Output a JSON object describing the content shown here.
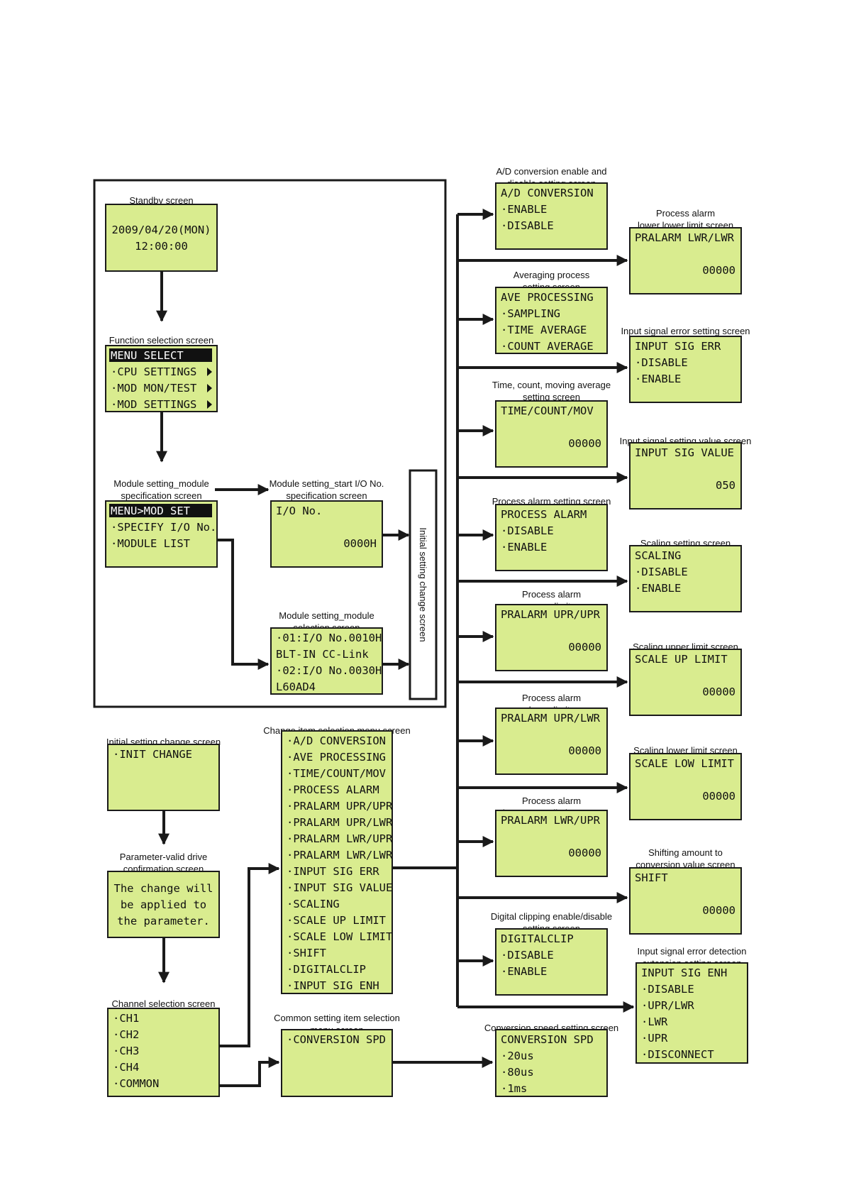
{
  "colors": {
    "lcd_bg": "#d9ec8f",
    "lcd_border": "#1a1a1a",
    "line": "#1a1a1a",
    "inverted_bg": "#111111"
  },
  "initial_setting_change_label": "Initial setting change screen",
  "screens": {
    "standby": {
      "caption": [
        "Standby screen"
      ],
      "lines": [
        "2009/04/20(MON)",
        "12:00:00"
      ]
    },
    "function_select": {
      "caption": [
        "Function selection screen"
      ],
      "lines": [
        "MENU SELECT",
        "·CPU SETTINGS",
        "·MOD MON/TEST",
        "·MOD SETTINGS"
      ]
    },
    "module_spec": {
      "caption": [
        "Module setting_module",
        "specification screen"
      ],
      "lines": [
        "MENU>MOD SET",
        "·SPECIFY I/O No.",
        "·MODULE LIST"
      ]
    },
    "start_io": {
      "caption": [
        "Module setting_start I/O No.",
        "specification screen"
      ],
      "lines": [
        "I/O No.",
        "0000H"
      ]
    },
    "module_select": {
      "caption": [
        "Module setting_module",
        "selection screen"
      ],
      "lines": [
        "·01:I/O No.0010H",
        "BLT-IN CC-Link",
        "·02:I/O No.0030H",
        "L60AD4"
      ]
    },
    "init_change": {
      "caption": [
        "Initial setting change screen"
      ],
      "lines": [
        "·INIT CHANGE"
      ]
    },
    "param_confirm": {
      "caption": [
        "Parameter-valid drive",
        "confirmation screen"
      ],
      "lines": [
        "The change will",
        "be applied to",
        "the parameter."
      ]
    },
    "channel_select": {
      "caption": [
        "Channel selection screen"
      ],
      "lines": [
        "·CH1",
        "·CH2",
        "·CH3",
        "·CH4",
        "·COMMON"
      ]
    },
    "change_item_menu": {
      "caption": [
        "Change item selection menu screen"
      ],
      "lines": [
        "·A/D CONVERSION",
        "·AVE PROCESSING",
        "·TIME/COUNT/MOV",
        "·PROCESS ALARM",
        "·PRALARM UPR/UPR",
        "·PRALARM UPR/LWR",
        "·PRALARM LWR/UPR",
        "·PRALARM LWR/LWR",
        "·INPUT SIG ERR",
        "·INPUT SIG VALUE",
        "·SCALING",
        "·SCALE UP LIMIT",
        "·SCALE LOW LIMIT",
        "·SHIFT",
        "·DIGITALCLIP",
        "·INPUT SIG ENH"
      ]
    },
    "common_menu": {
      "caption": [
        "Common setting item selection",
        "menu screen"
      ],
      "lines": [
        "·CONVERSION SPD"
      ]
    },
    "ad_conversion": {
      "caption": [
        "A/D conversion enable and",
        "disable setting screen"
      ],
      "lines": [
        "A/D CONVERSION",
        "·ENABLE",
        "·DISABLE"
      ]
    },
    "averaging": {
      "caption": [
        "Averaging process",
        "setting screen"
      ],
      "lines": [
        "AVE PROCESSING",
        "·SAMPLING",
        "·TIME AVERAGE",
        "·COUNT AVERAGE"
      ]
    },
    "time_count": {
      "caption": [
        "Time, count, moving average",
        "setting screen"
      ],
      "lines": [
        "TIME/COUNT/MOV",
        "00000"
      ]
    },
    "process_alarm": {
      "caption": [
        "Process alarm setting screen"
      ],
      "lines": [
        "PROCESS ALARM",
        "·DISABLE",
        "·ENABLE"
      ]
    },
    "pralarm_upr_upr": {
      "caption": [
        "Process alarm",
        "upper upper limit screen"
      ],
      "lines": [
        "PRALARM UPR/UPR",
        "00000"
      ]
    },
    "pralarm_upr_lwr": {
      "caption": [
        "Process alarm",
        "upper lower limit screen"
      ],
      "lines": [
        "PRALARM UPR/LWR",
        "00000"
      ]
    },
    "pralarm_lwr_upr": {
      "caption": [
        "Process alarm",
        "lower upper limit screen"
      ],
      "lines": [
        "PRALARM LWR/UPR",
        "00000"
      ]
    },
    "digital_clip": {
      "caption": [
        "Digital clipping enable/disable",
        "setting screen"
      ],
      "lines": [
        "DIGITALCLIP",
        "·DISABLE",
        "·ENABLE"
      ]
    },
    "conversion_speed": {
      "caption": [
        "Conversion speed setting screen"
      ],
      "lines": [
        "CONVERSION SPD",
        "·20us",
        "·80us",
        "·1ms"
      ]
    },
    "pralarm_lwr_lwr": {
      "caption": [
        "Process alarm",
        "lower lower limit screen"
      ],
      "lines": [
        "PRALARM LWR/LWR",
        "00000"
      ]
    },
    "input_sig_err": {
      "caption": [
        "Input signal error setting screen"
      ],
      "lines": [
        "INPUT SIG ERR",
        "·DISABLE",
        "·ENABLE"
      ]
    },
    "input_sig_value": {
      "caption": [
        "Input signal setting value screen"
      ],
      "lines": [
        "INPUT SIG VALUE",
        "050"
      ]
    },
    "scaling": {
      "caption": [
        "Scaling setting screen"
      ],
      "lines": [
        "SCALING",
        "·DISABLE",
        "·ENABLE"
      ]
    },
    "scale_up": {
      "caption": [
        "Scaling upper limit screen"
      ],
      "lines": [
        "SCALE UP LIMIT",
        "00000"
      ]
    },
    "scale_low": {
      "caption": [
        "Scaling lower limit screen"
      ],
      "lines": [
        "SCALE LOW LIMIT",
        "00000"
      ]
    },
    "shift": {
      "caption": [
        "Shifting amount to",
        "conversion value screen"
      ],
      "lines": [
        "SHIFT",
        "00000"
      ]
    },
    "input_sig_enh": {
      "caption": [
        "Input signal error detection",
        "extension setting screen"
      ],
      "lines": [
        "INPUT SIG ENH",
        "·DISABLE",
        "·UPR/LWR",
        "·LWR",
        "·UPR",
        "·DISCONNECT"
      ]
    }
  }
}
